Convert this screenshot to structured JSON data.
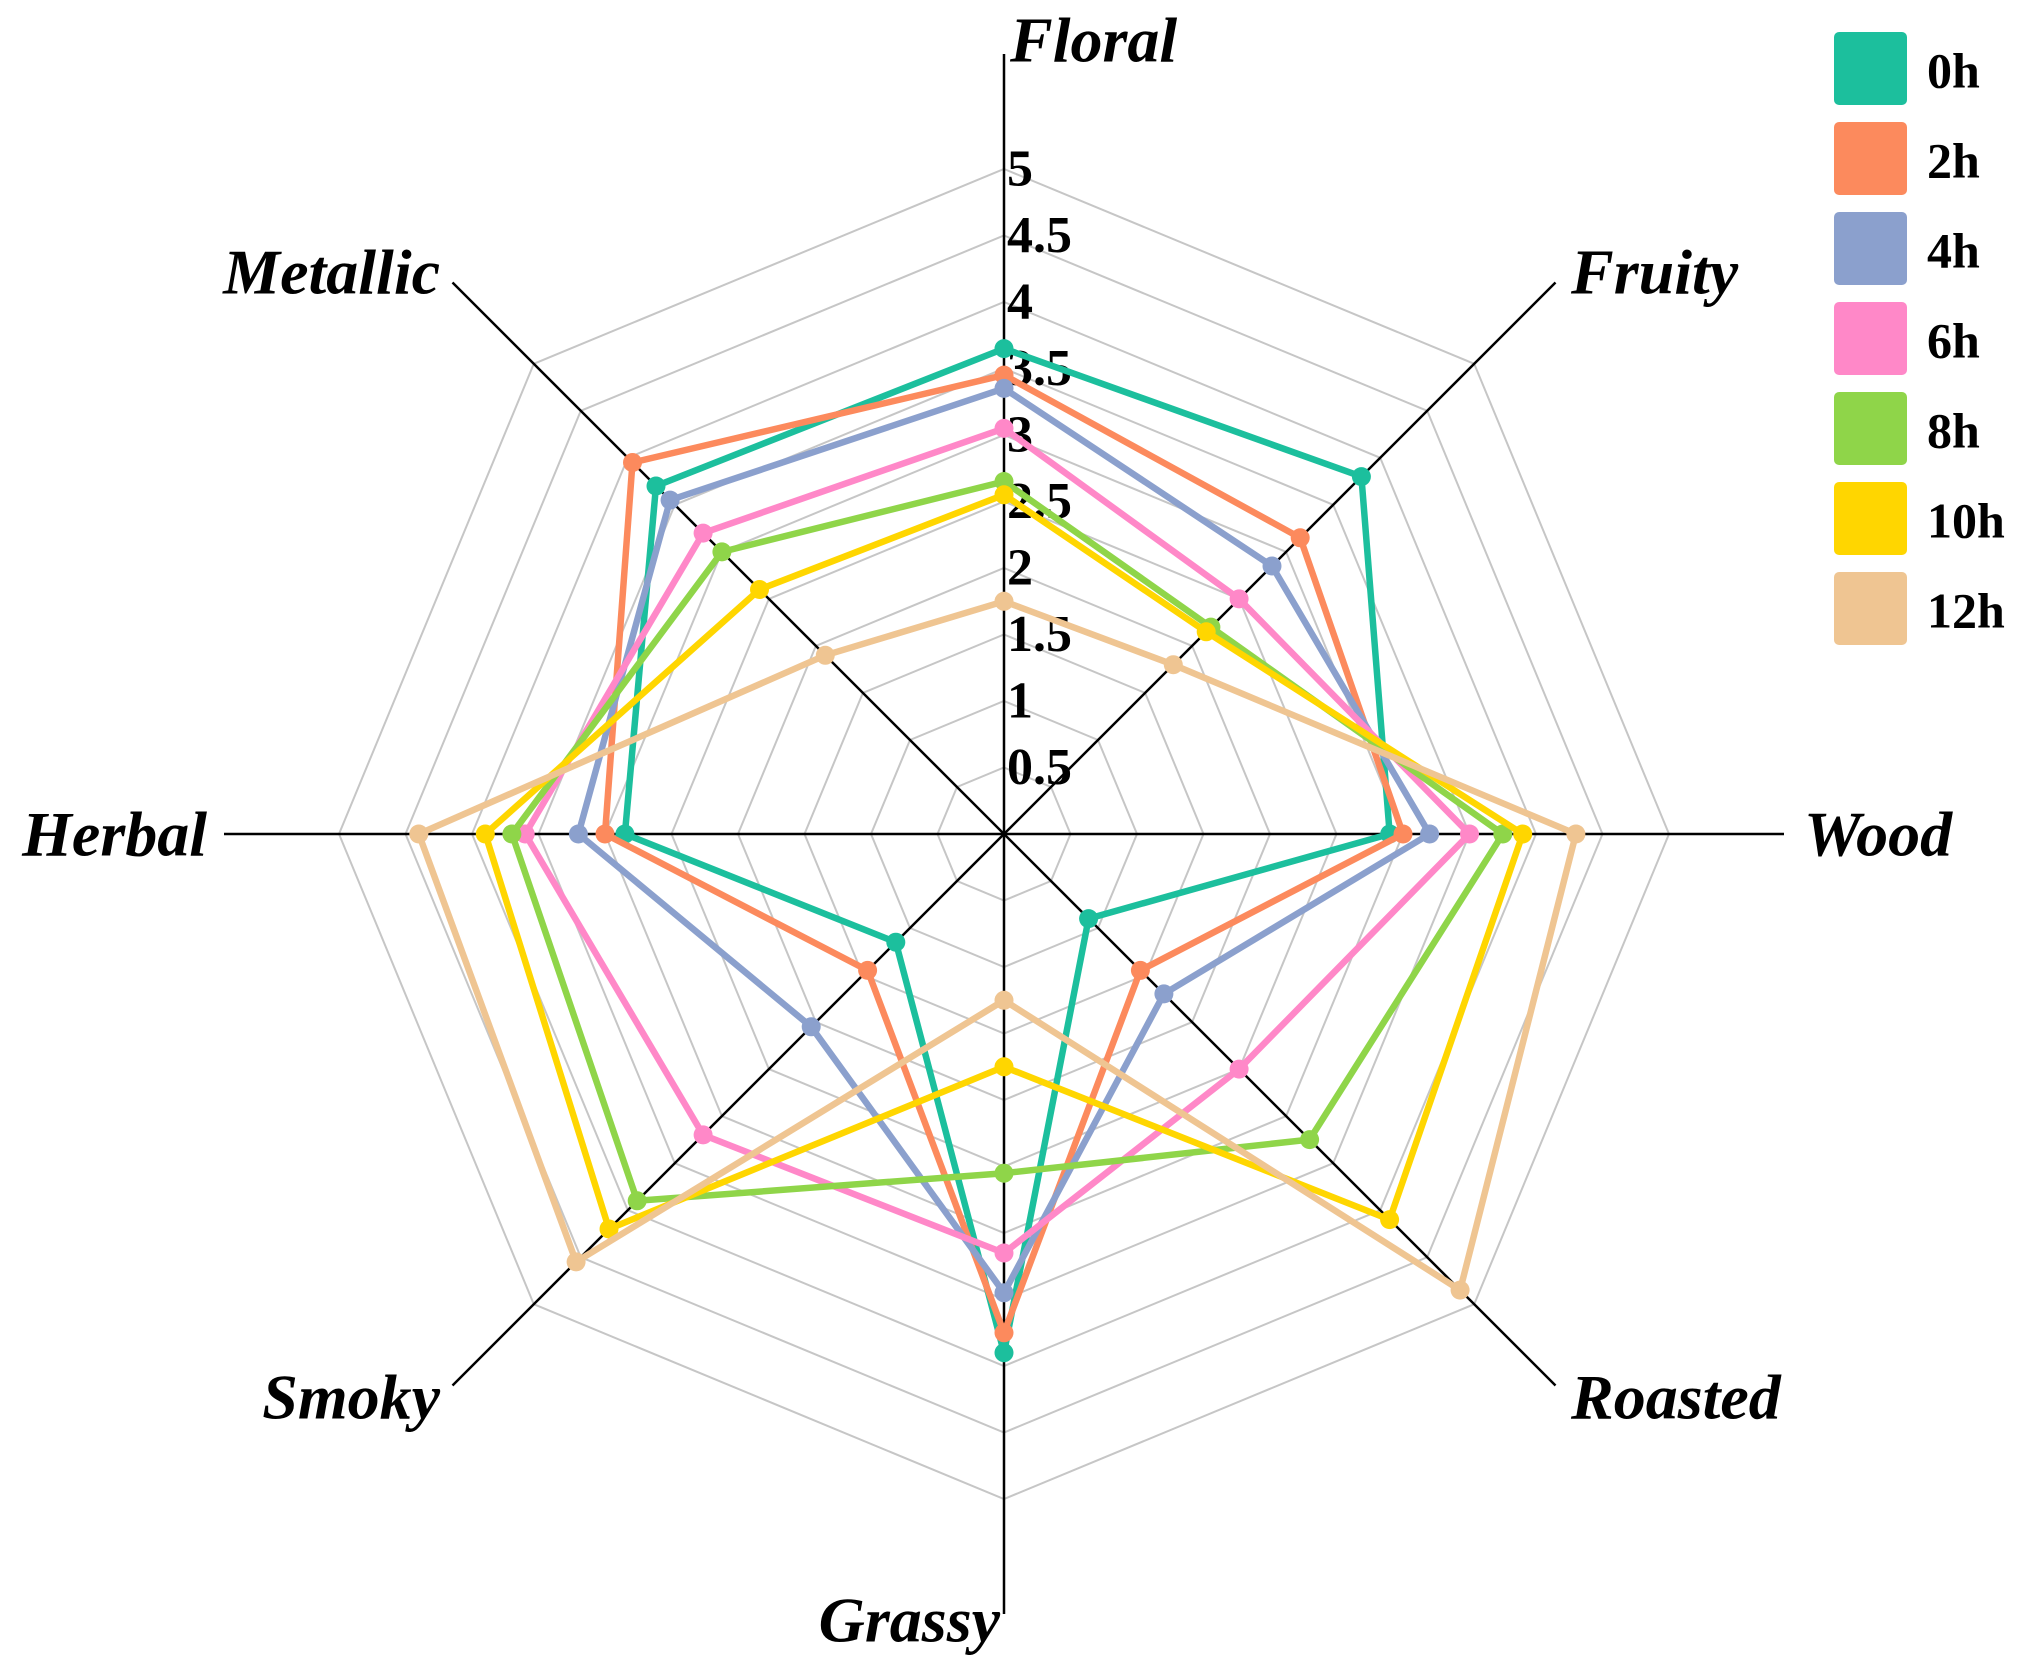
{
  "chart_data": {
    "type": "radar",
    "axes": [
      "Floral",
      "Fruity",
      "Wood",
      "Roasted",
      "Grassy",
      "Smoky",
      "Herbal",
      "Metallic"
    ],
    "rlim": [
      0,
      5
    ],
    "ticks": [
      0.5,
      1,
      1.5,
      2,
      2.5,
      3,
      3.5,
      4,
      4.5,
      5
    ],
    "grid": true,
    "legend": "top-right",
    "grid_color": "#c6c6c6",
    "axis_color": "#000000",
    "series": [
      {
        "name": "0h",
        "color": "#1cbf9d",
        "values": [
          3.65,
          3.8,
          2.9,
          0.9,
          3.9,
          1.15,
          2.85,
          3.7
        ]
      },
      {
        "name": "2h",
        "color": "#fc8a5d",
        "values": [
          3.45,
          3.15,
          3.0,
          1.45,
          3.75,
          1.45,
          3.0,
          3.95
        ]
      },
      {
        "name": "4h",
        "color": "#8ba0cd",
        "values": [
          3.35,
          2.85,
          3.2,
          1.7,
          3.45,
          2.05,
          3.2,
          3.55
        ]
      },
      {
        "name": "6h",
        "color": "#ff88c8",
        "values": [
          3.05,
          2.5,
          3.5,
          2.5,
          3.15,
          3.2,
          3.6,
          3.2
        ]
      },
      {
        "name": "8h",
        "color": "#8fd549",
        "values": [
          2.65,
          2.2,
          3.75,
          3.25,
          2.55,
          3.9,
          3.7,
          3.0
        ]
      },
      {
        "name": "10h",
        "color": "#ffd600",
        "values": [
          2.55,
          2.15,
          3.9,
          4.1,
          1.75,
          4.2,
          3.9,
          2.6
        ]
      },
      {
        "name": "12h",
        "color": "#efc592",
        "values": [
          1.75,
          1.8,
          4.3,
          4.85,
          1.25,
          4.55,
          4.4,
          1.9
        ]
      }
    ]
  }
}
